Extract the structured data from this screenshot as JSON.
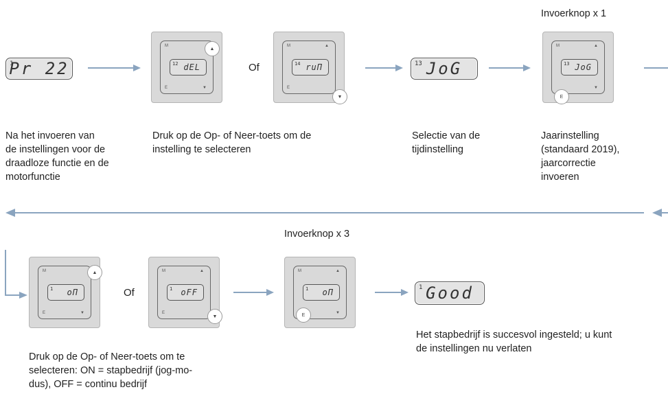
{
  "row1": {
    "lcd_pr22": {
      "idx": "1",
      "text": "Pr 22"
    },
    "dev_del": {
      "idx": "12",
      "text": "dEL",
      "m": "M",
      "e": "E",
      "up": "▲",
      "dn": "▼"
    },
    "of": "Of",
    "dev_run": {
      "idx": "14",
      "text": "ruП",
      "m": "M",
      "e": "E",
      "up": "▲",
      "dn": "▼"
    },
    "lcd_jog": {
      "idx": "13",
      "text": "JoG"
    },
    "header": "Invoerknop x 1",
    "dev_jog": {
      "idx": "13",
      "text": "JoG",
      "m": "M",
      "e": "E",
      "up": "▲",
      "dn": "▼"
    },
    "captions": [
      "Na het invoeren van\nde instellingen voor de\ndraadloze functie en de\nmotorfunctie",
      "Druk op de Op- of Neer-toets om de\ninstelling te selecteren",
      "Selectie van de\ntijdinstelling",
      "Jaarinstelling\n(standaard 2019),\njaarcorrectie\ninvoeren"
    ]
  },
  "row2": {
    "dev_on": {
      "idx": "1",
      "text": "oП",
      "m": "M",
      "e": "E",
      "up": "▲",
      "dn": "▼"
    },
    "of": "Of",
    "dev_off": {
      "idx": "1",
      "text": "oFF",
      "m": "M",
      "e": "E",
      "up": "▲",
      "dn": "▼"
    },
    "header": "Invoerknop x 3",
    "dev_on2": {
      "idx": "1",
      "text": "oП",
      "m": "M",
      "e": "E",
      "up": "▲",
      "dn": "▼"
    },
    "lcd_good": {
      "idx": "1",
      "text": "Good"
    },
    "captions": [
      "Druk op de Op- of Neer-toets om te\nselecteren: ON = stapbedrijf (jog-mo-\ndus), OFF = continu bedrijf",
      "Het stapbedrijf is succesvol ingesteld; u kunt\nde instellingen nu verlaten"
    ]
  },
  "highlight_labels": {
    "up": "▲",
    "down": "▼",
    "enter": "E"
  },
  "colors": {
    "arrow": "#8aa4bf",
    "device": "#d9d9d9",
    "highlight": "#ffffff"
  }
}
